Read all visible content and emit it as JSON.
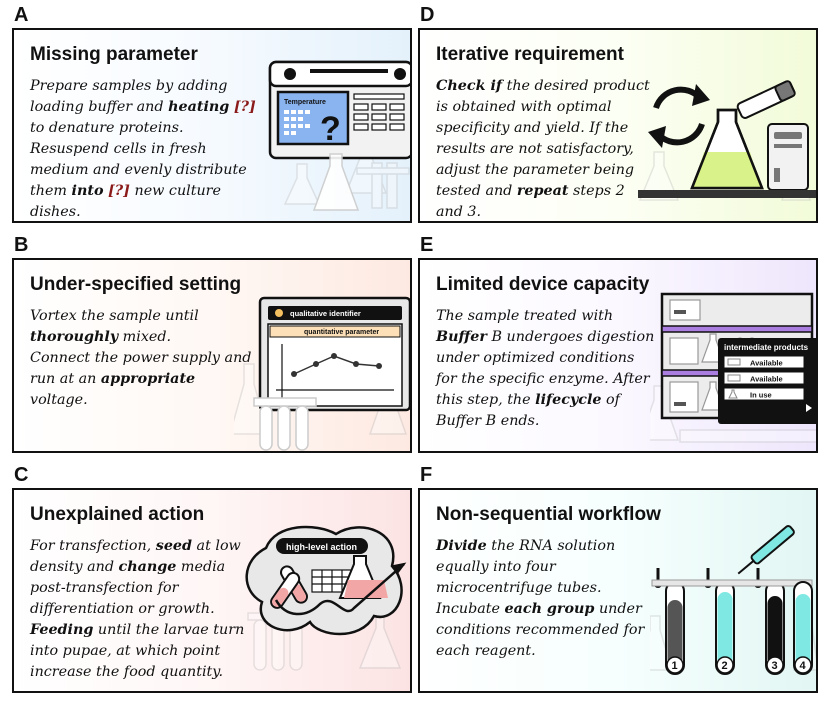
{
  "panels": [
    {
      "letter": "A",
      "title": "Missing parameter",
      "text": [
        [
          "Prepare samples by adding",
          ""
        ],
        [
          "loading buffer and ",
          "",
          "heating",
          "b",
          " ",
          "",
          "[?]",
          "r"
        ],
        [
          "to denature proteins.",
          ""
        ],
        [
          "Resuspend cells in fresh",
          ""
        ],
        [
          "medium and evenly distribute",
          ""
        ],
        [
          "them ",
          "",
          "into",
          "b",
          " ",
          "",
          "[?]",
          "r",
          " new culture",
          ""
        ],
        [
          "dishes.",
          ""
        ]
      ],
      "illustration": {
        "screen_label": "Temperature",
        "symbol": "?"
      }
    },
    {
      "letter": "B",
      "title": "Under-specified setting",
      "text": [
        [
          "Vortex the sample until",
          ""
        ],
        [
          "thoroughly",
          "b",
          " mixed.",
          ""
        ],
        [
          "Connect the power supply and",
          ""
        ],
        [
          "run at an ",
          "",
          "appropriate",
          "b"
        ],
        [
          "voltage.",
          ""
        ]
      ],
      "illustration": {
        "label_top": "qualitative identifier",
        "label_mid": "quantitative parameter"
      }
    },
    {
      "letter": "C",
      "title": "Unexplained action",
      "text": [
        [
          "For transfection, ",
          "",
          "seed",
          "b",
          " at low",
          ""
        ],
        [
          "density and ",
          "",
          "change",
          "b",
          " media",
          ""
        ],
        [
          "post-transfection for",
          ""
        ],
        [
          "differentiation or growth.",
          ""
        ],
        [
          "Feeding",
          "b",
          " until the larvae turn",
          ""
        ],
        [
          "into pupae, at which point",
          ""
        ],
        [
          "increase the food quantity.",
          ""
        ]
      ],
      "illustration": {
        "bubble_label": "high-level action"
      }
    },
    {
      "letter": "D",
      "title": "Iterative requirement",
      "text": [
        [
          "Check if",
          "b",
          " the desired product",
          ""
        ],
        [
          "is obtained with optimal",
          ""
        ],
        [
          "specificity and yield. If the",
          ""
        ],
        [
          "results are not satisfactory,",
          ""
        ],
        [
          "adjust the parameter being",
          ""
        ],
        [
          "tested and ",
          "",
          "repeat",
          "b",
          " steps 2",
          ""
        ],
        [
          "and 3.",
          ""
        ]
      ],
      "illustration": {}
    },
    {
      "letter": "E",
      "title": "Limited device capacity",
      "text": [
        [
          "The sample treated with",
          ""
        ],
        [
          "Buffer",
          "b",
          " B undergoes digestion",
          ""
        ],
        [
          "under optimized conditions",
          ""
        ],
        [
          "for the specific enzyme. After",
          ""
        ],
        [
          "this step, the ",
          "",
          "lifecycle",
          "b",
          " of",
          ""
        ],
        [
          "Buffer B ends.",
          ""
        ]
      ],
      "illustration": {
        "popup_title": "intermediate products",
        "rows": [
          "Available",
          "Available",
          "In use"
        ]
      }
    },
    {
      "letter": "F",
      "title": "Non-sequential workflow",
      "text": [
        [
          "Divide",
          "b",
          " the RNA solution",
          ""
        ],
        [
          "equally into four",
          ""
        ],
        [
          "microcentrifuge tubes.",
          ""
        ],
        [
          "Incubate ",
          "",
          "each group",
          "b",
          " under",
          ""
        ],
        [
          "conditions recommended for",
          ""
        ],
        [
          "each reagent.",
          ""
        ]
      ],
      "illustration": {
        "tube_numbers": [
          "1",
          "2",
          "3",
          "4"
        ]
      }
    }
  ],
  "colors": {
    "accent_red": "#8b1a1a",
    "screen_blue": "#8ab4f0",
    "flask_green": "#d9f28a",
    "tube_cyan": "#7fe8e2",
    "purple": "#a97ee0",
    "pink": "#f3a6a6",
    "orange_label": "#fde0b8"
  }
}
